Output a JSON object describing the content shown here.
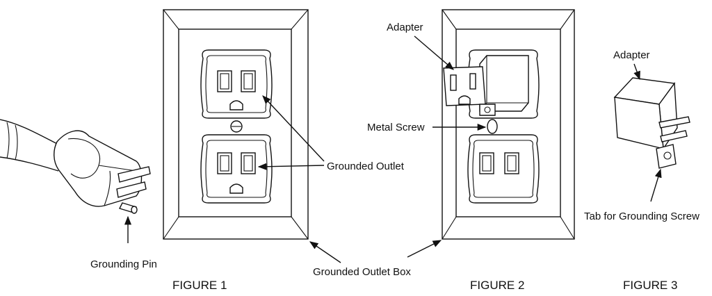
{
  "labels": {
    "grounding_pin": "Grounding Pin",
    "grounded_outlet": "Grounded Outlet",
    "grounded_outlet_box": "Grounded Outlet Box",
    "adapter_fig2": "Adapter",
    "metal_screw": "Metal Screw",
    "adapter_fig3": "Adapter",
    "tab_for_grounding_screw": "Tab for Grounding Screw"
  },
  "captions": {
    "figure1": "FIGURE 1",
    "figure2": "FIGURE 2",
    "figure3": "FIGURE 3"
  }
}
